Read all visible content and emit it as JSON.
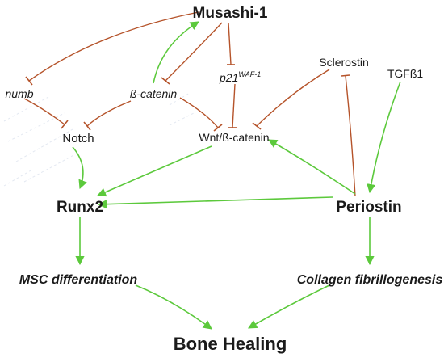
{
  "nodes": {
    "musashi": "Musashi-1",
    "numb": "numb",
    "beta_catenin": "ß-catenin",
    "p21_base": "p21",
    "p21_sup": "WAF-1",
    "sclerostin": "Sclerostin",
    "tgfb1": "TGFß1",
    "notch": "Notch",
    "wnt": "Wnt/ß-catenin",
    "runx2": "Runx2",
    "periostin": "Periostin",
    "msc": "MSC differentiation",
    "collagen": "Collagen fibrillogenesis",
    "bone": "Bone Healing"
  },
  "edge_types": {
    "inhibition_color": "#b5532a",
    "activation_color": "#5cc93c"
  }
}
